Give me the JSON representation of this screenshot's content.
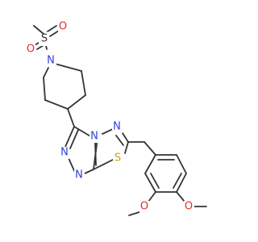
{
  "structure": {
    "atoms": [
      {
        "id": "a1",
        "label": "S",
        "color": "#333333"
      },
      {
        "id": "a2",
        "label": "O",
        "color": "#e8292b"
      },
      {
        "id": "a3",
        "label": "O",
        "color": "#e8292b"
      },
      {
        "id": "a4",
        "label": "N",
        "color": "#2f3fdc"
      },
      {
        "id": "a5",
        "label": "N",
        "color": "#2f3fdc"
      },
      {
        "id": "a6",
        "label": "N",
        "color": "#2f3fdc"
      },
      {
        "id": "a7",
        "label": "N",
        "color": "#2f3fdc"
      },
      {
        "id": "a8",
        "label": "N",
        "color": "#2f3fdc"
      },
      {
        "id": "a9",
        "label": "S",
        "color": "#c9a600"
      },
      {
        "id": "a10",
        "label": "O",
        "color": "#e8292b"
      },
      {
        "id": "a11",
        "label": "O",
        "color": "#e8292b"
      }
    ]
  }
}
